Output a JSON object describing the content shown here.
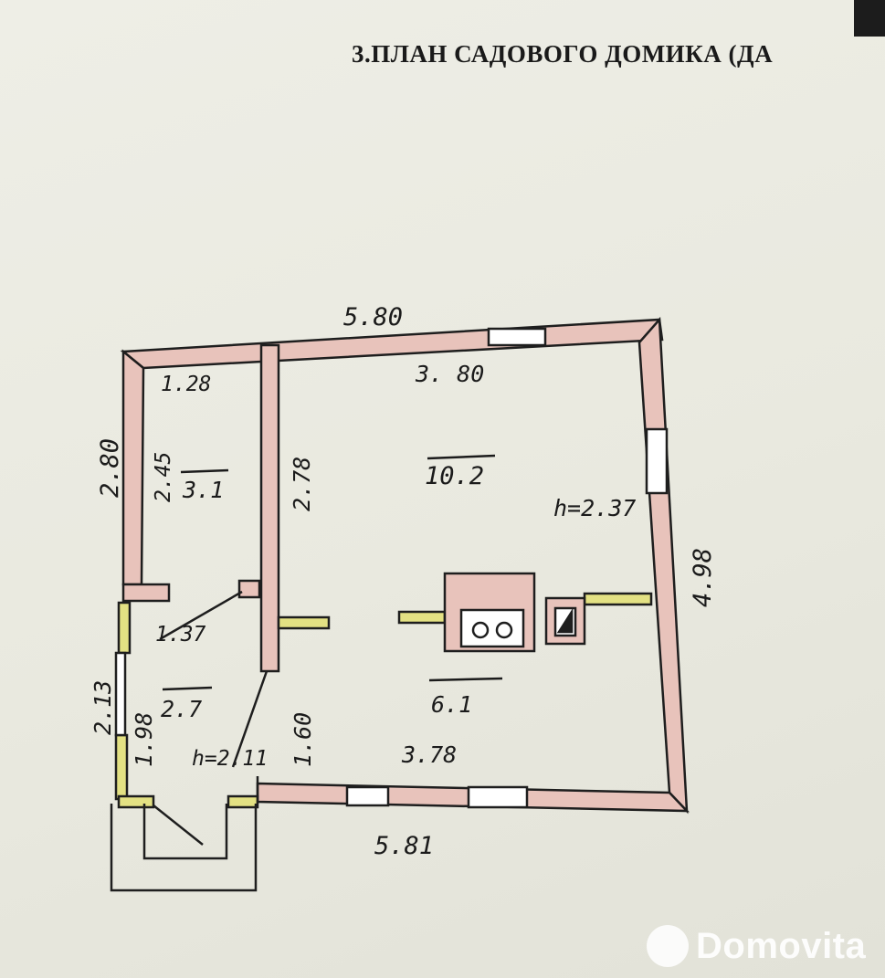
{
  "title": "3.ПЛАН САДОВОГО ДОМИКА (ДА",
  "dimensions": {
    "top_outer": "5.80",
    "top_inner": "3. 80",
    "small_room_width": "1.28",
    "left_outer": "2.80",
    "small_room_depth": "2.45",
    "partition_length": "2.78",
    "right_outer": "4.98",
    "main_height": "h=2.37",
    "hall_width": "1.37",
    "entry_outer": "2.13",
    "entry_inner": "1.98",
    "entry_height": "h=2.11",
    "partition_lower": "1.60",
    "bottom_inner": "3.78",
    "bottom_outer": "5.81"
  },
  "areas": {
    "small_room": "3.1",
    "main_room": "10.2",
    "hall": "2.7",
    "kitchen": "6.1"
  },
  "watermark": {
    "text": "Domovita"
  },
  "colors": {
    "wall_fill": "#e8c3bb",
    "partition_fill": "#e3e183",
    "line": "#1e1e1e"
  }
}
